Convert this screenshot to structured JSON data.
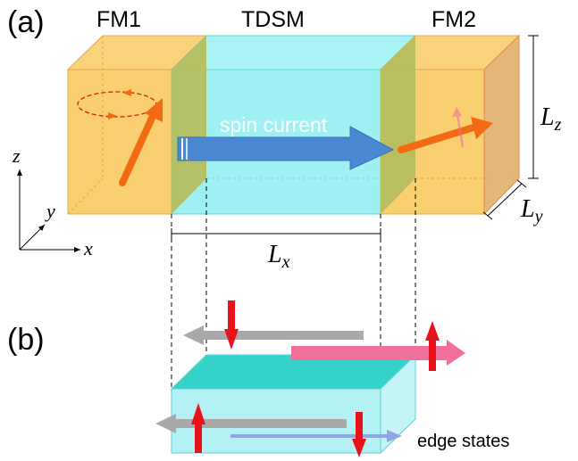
{
  "panels": {
    "a": "(a)",
    "b": "(b)"
  },
  "regions": {
    "fm1": "FM1",
    "tdsm": "TDSM",
    "fm2": "FM2"
  },
  "labels": {
    "spin_current": "spin current",
    "edge_states": "edge states"
  },
  "dimensions": {
    "lx": {
      "base": "L",
      "sub": "x"
    },
    "ly": {
      "base": "L",
      "sub": "y"
    },
    "lz": {
      "base": "L",
      "sub": "z"
    }
  },
  "axes": {
    "x": "x",
    "y": "y",
    "z": "z"
  },
  "colors": {
    "fm": "#f9cf6f",
    "fm_interface": "#b5bd5d",
    "tdsm": "#9ef0f3",
    "tdsm_box": "#b4f1f5",
    "tdsm_top": "#34d2c9",
    "spin_current_arrow": "#4a88d3",
    "magnetization_arrow": "#f26a12",
    "spin_down_arrow": "#e8121b",
    "gray_arrow": "#a9a9a9",
    "pink_arrow": "#f07099",
    "edge_arrow": "#8fa5e6"
  }
}
